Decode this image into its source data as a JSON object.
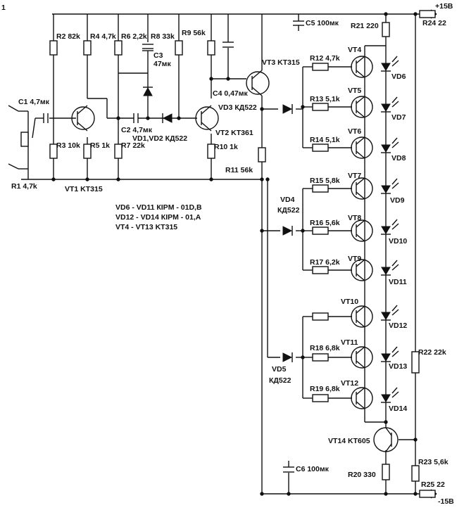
{
  "labels": {
    "page_mark": "1",
    "pos_rail": "+15В",
    "neg_rail": "-15В",
    "c1": "C1  4,7мк",
    "r1": "R1  4,7k",
    "r2": "R2  82k",
    "r3": "R3  10k",
    "r4": "R4  4,7k",
    "r5": "R5  1k",
    "r6": "R6  2,2k",
    "r7": "R7  22k",
    "r8": "R8  33k",
    "r9": "R9  56k",
    "r10": "R10  1k",
    "r11": "R11  56k",
    "c2": "C2  4,7мк",
    "c3a": "C3",
    "c3b": "47мк",
    "c4": "C4  0,47мк",
    "c5": "C5  100мк",
    "c6": "C6  100мк",
    "vd12pair": "VD1,VD2  КД522",
    "vd3": "VD3  КД522",
    "vt1": "VT1  KT315",
    "vt2": "VT2  KT361",
    "vt3": "VT3  KT315",
    "r21": "R21  220",
    "r24": "R24  22",
    "r12": "R12  4,7k",
    "r13": "R13  5,1k",
    "r14": "R14  5,1k",
    "r15": "R15  5,8k",
    "r16": "R16  5,6k",
    "r17": "R17  6,2k",
    "r18": "R18  6,8k",
    "r19": "R19  6,8k",
    "vt4": "VT4",
    "vt5": "VT5",
    "vt6": "VT6",
    "vt7": "VT7",
    "vt8": "VT8",
    "vt9": "VT9",
    "vt10": "VT10",
    "vt11": "VT11",
    "vt12": "VT12",
    "vd6": "VD6",
    "vd7": "VD7",
    "vd8": "VD8",
    "vd9": "VD9",
    "vd10": "VD10",
    "vd11": "VD11",
    "vd12": "VD12",
    "vd13": "VD13",
    "vd14": "VD14",
    "vd4a": "VD4",
    "vd4b": "КД522",
    "vd5a": "VD5",
    "vd5b": "КД522",
    "vt14": "VT14  KT605",
    "r20": "R20  330",
    "r22": "R22  22k",
    "r23": "R23  5,6k",
    "r25": "R25  22"
  },
  "legend": {
    "line1": "VD6 - VD11  КIPM - 01D,B",
    "line2": "VD12 - VD14  КIPM - 01,A",
    "line3": "VT4 - VT13  KT315"
  }
}
